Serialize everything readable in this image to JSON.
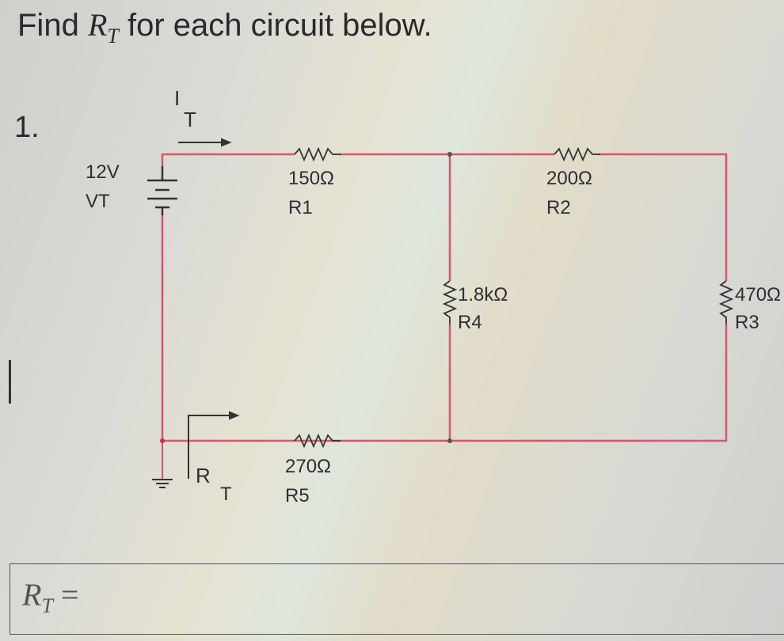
{
  "title": {
    "prefix": "Find",
    "var": "R",
    "sub": "T",
    "suffix": "for each circuit below."
  },
  "question_number": "1.",
  "circuit": {
    "source": {
      "voltage": "12V",
      "name": "VT"
    },
    "current_label": {
      "main": "I",
      "sub": "T"
    },
    "resistance_label": {
      "main": "R",
      "sub": "T"
    },
    "resistors": [
      {
        "value": "150Ω",
        "name": "R1"
      },
      {
        "value": "200Ω",
        "name": "R2"
      },
      {
        "value": "470Ω",
        "name": "R3"
      },
      {
        "value": "1.8kΩ",
        "name": "R4"
      },
      {
        "value": "270Ω",
        "name": "R5"
      }
    ],
    "wire_color": "#d9566a"
  },
  "answer": {
    "var": "R",
    "sub": "T",
    "eq": "=",
    "value": ""
  }
}
